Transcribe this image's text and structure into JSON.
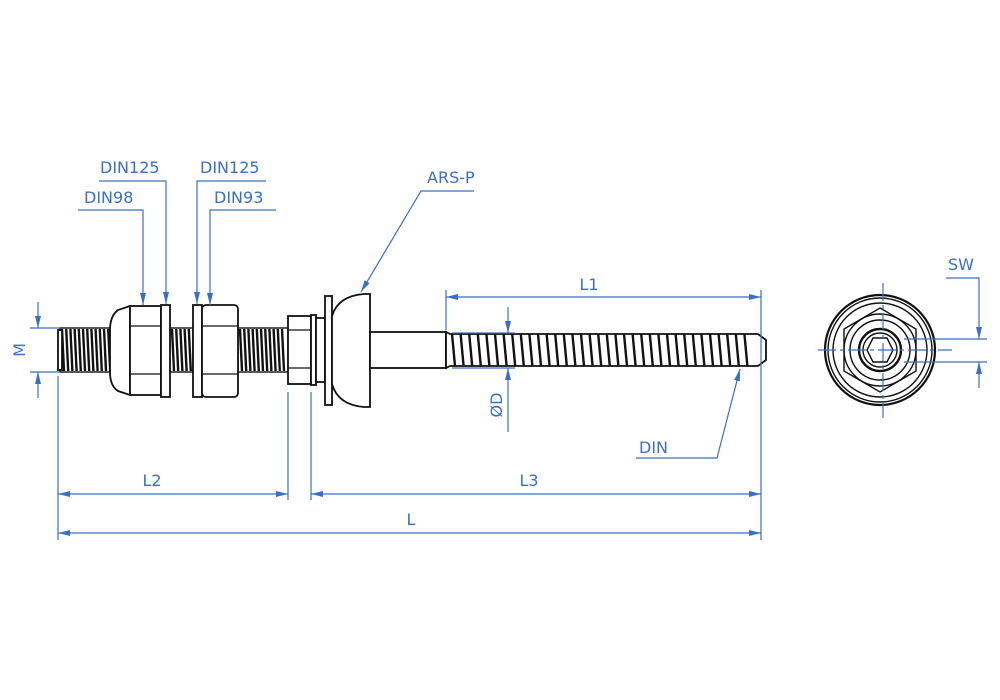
{
  "drawing": {
    "labels": {
      "din125_left": "DIN125",
      "din98": "DIN98",
      "din125_right": "DIN125",
      "din93": "DIN93",
      "ars_p": "ARS-P",
      "din_screw": "DIN",
      "sw": "SW"
    },
    "dimensions": {
      "m": "M",
      "l1": "L1",
      "d": "ØD",
      "l2": "L2",
      "l3": "L3",
      "l": "L"
    },
    "colors": {
      "dimension": "#3b6fc3",
      "part": "#111111"
    }
  }
}
